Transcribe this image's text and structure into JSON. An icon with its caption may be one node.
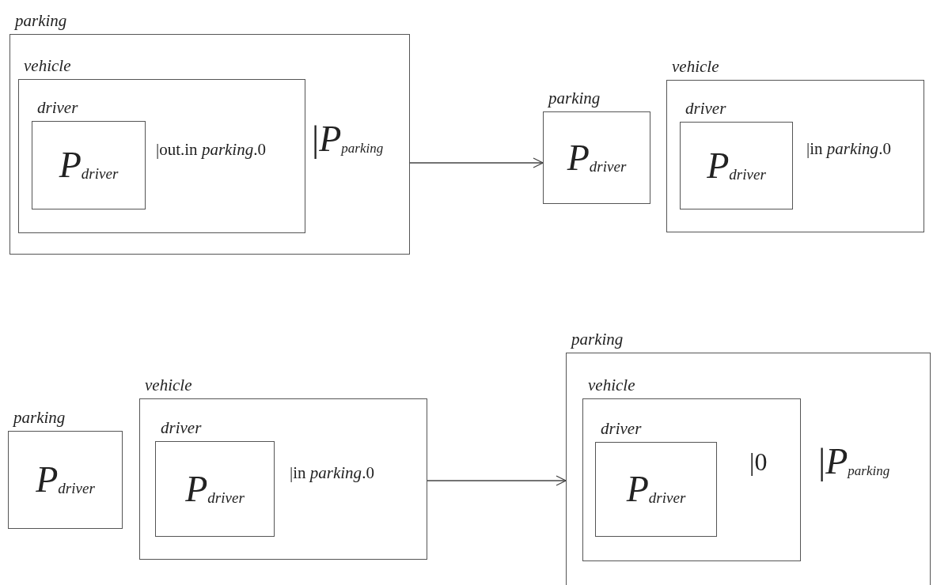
{
  "diagram": {
    "nodes": [
      {
        "text": [
          "parking",
          "|*P*$_{parking}$"
        ]
      },
      {
        "text": [
          "vehicle",
          "|out.in *parking*.0"
        ],
        "in": 0
      },
      {
        "text": [
          "driver",
          "*P*$_{driver}$"
        ],
        "in": 1
      },
      {
        "text": [
          "parking",
          "*P*$_{driver}$"
        ]
      },
      {
        "text": [
          "vehicle",
          "|in *parking*.0"
        ]
      },
      {
        "text": [
          "driver",
          "*P*$_{driver}$"
        ],
        "in": 4
      },
      {
        "text": [
          "parking",
          "*P*$_{driver}$"
        ]
      },
      {
        "text": [
          "vehicle",
          "|in *parking*.0"
        ]
      },
      {
        "text": [
          "driver",
          "*P*$_{driver}$"
        ],
        "in": 7
      },
      {
        "text": [
          "parking",
          "|*P*$_{parking}$"
        ]
      },
      {
        "text": [
          "vehicle",
          "|0"
        ],
        "in": 9
      },
      {
        "text": [
          "driver",
          "*P*$_{driver}$"
        ],
        "in": 10
      }
    ],
    "edges": [
      {
        "from": 0,
        "to": 3,
        "arrow": "to"
      },
      {
        "from": 7,
        "to": 9,
        "arrow": "to"
      }
    ]
  }
}
